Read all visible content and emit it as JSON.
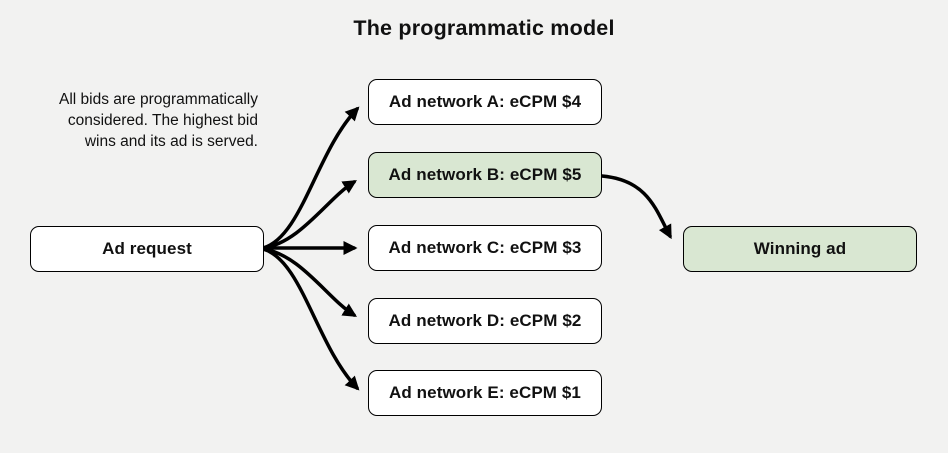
{
  "title": "The programmatic model",
  "note": {
    "lines": [
      "All bids are programmatically",
      "considered. The highest bid",
      "wins and its ad is served."
    ]
  },
  "nodes": {
    "ad_request": {
      "label": "Ad request",
      "highlighted": false
    },
    "networks": [
      {
        "id": "A",
        "label": "Ad network A: eCPM $4",
        "ecpm": 4,
        "highlighted": false
      },
      {
        "id": "B",
        "label": "Ad network B: eCPM $5",
        "ecpm": 5,
        "highlighted": true
      },
      {
        "id": "C",
        "label": "Ad network C: eCPM $3",
        "ecpm": 3,
        "highlighted": false
      },
      {
        "id": "D",
        "label": "Ad network D: eCPM $2",
        "ecpm": 2,
        "highlighted": false
      },
      {
        "id": "E",
        "label": "Ad network E: eCPM $1",
        "ecpm": 1,
        "highlighted": false
      }
    ],
    "winning": {
      "label": "Winning ad",
      "highlighted": true
    }
  },
  "edges": [
    {
      "from": "ad-request",
      "to": "network-a"
    },
    {
      "from": "ad-request",
      "to": "network-b"
    },
    {
      "from": "ad-request",
      "to": "network-c"
    },
    {
      "from": "ad-request",
      "to": "network-d"
    },
    {
      "from": "ad-request",
      "to": "network-e"
    },
    {
      "from": "network-b",
      "to": "winning-ad"
    }
  ],
  "colors": {
    "background": "#f2f2f1",
    "box_fill": "#ffffff",
    "highlight_fill": "#d9e7d2",
    "border": "#000000",
    "arrow": "#000000",
    "text": "#111111"
  }
}
